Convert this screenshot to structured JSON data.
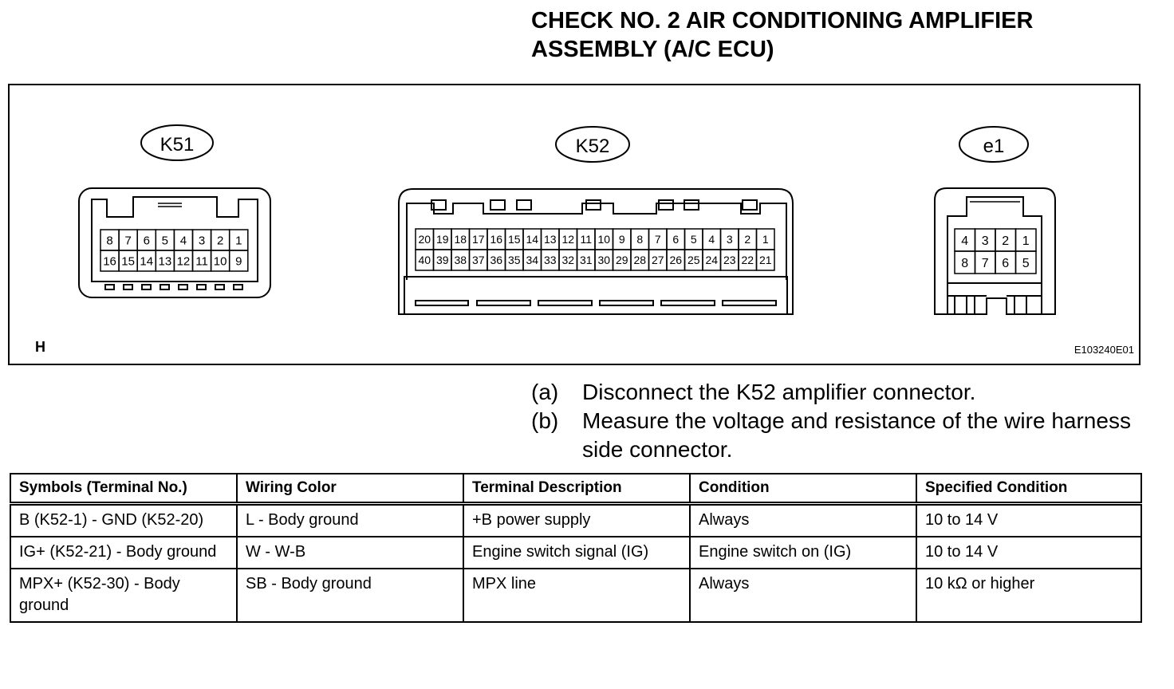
{
  "title": {
    "line1": "CHECK NO. 2 AIR CONDITIONING AMPLIFIER",
    "line2": "ASSEMBLY (A/C ECU)"
  },
  "figure": {
    "corner_letter": "H",
    "code": "E103240E01",
    "connectors": {
      "k51": {
        "label": "K51",
        "top_row": [
          "8",
          "7",
          "6",
          "5",
          "4",
          "3",
          "2",
          "1"
        ],
        "bottom_row": [
          "16",
          "15",
          "14",
          "13",
          "12",
          "11",
          "10",
          "9"
        ]
      },
      "k52": {
        "label": "K52",
        "top_row": [
          "20",
          "19",
          "18",
          "17",
          "16",
          "15",
          "14",
          "13",
          "12",
          "11",
          "10",
          "9",
          "8",
          "7",
          "6",
          "5",
          "4",
          "3",
          "2",
          "1"
        ],
        "bottom_row": [
          "40",
          "39",
          "38",
          "37",
          "36",
          "35",
          "34",
          "33",
          "32",
          "31",
          "30",
          "29",
          "28",
          "27",
          "26",
          "25",
          "24",
          "23",
          "22",
          "21"
        ]
      },
      "e1": {
        "label": "e1",
        "top_row": [
          "4",
          "3",
          "2",
          "1"
        ],
        "bottom_row": [
          "8",
          "7",
          "6",
          "5"
        ]
      }
    }
  },
  "steps": [
    {
      "letter": "(a)",
      "text": "Disconnect the K52 amplifier connector."
    },
    {
      "letter": "(b)",
      "text": "Measure the voltage and resistance of the wire harness side connector."
    }
  ],
  "table": {
    "headers": [
      "Symbols (Terminal No.)",
      "Wiring Color",
      "Terminal Description",
      "Condition",
      "Specified Condition"
    ],
    "rows": [
      [
        "B (K52-1) - GND (K52-20)",
        "L - Body ground",
        "+B power supply",
        "Always",
        "10 to 14 V"
      ],
      [
        "IG+ (K52-21) - Body ground",
        "W - W-B",
        "Engine switch signal (IG)",
        "Engine switch on (IG)",
        "10 to 14 V"
      ],
      [
        "MPX+ (K52-30) - Body ground",
        "SB - Body ground",
        "MPX line",
        "Always",
        "10 kΩ or higher"
      ]
    ]
  }
}
